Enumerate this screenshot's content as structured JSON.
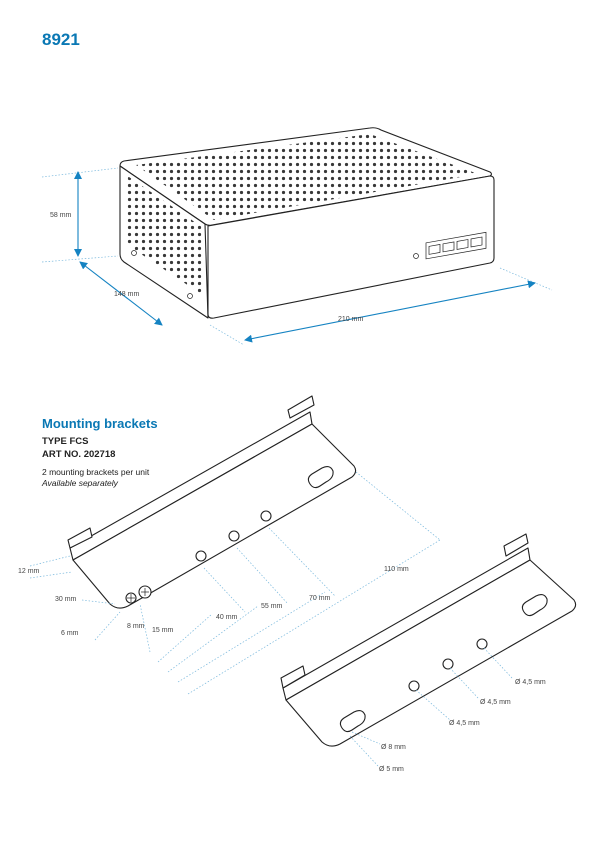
{
  "header": {
    "title": "8921"
  },
  "product": {
    "dimensions": {
      "height": "58 mm",
      "depth": "148 mm",
      "width": "210 mm"
    }
  },
  "brackets": {
    "section_title": "Mounting brackets",
    "type": "TYPE FCS",
    "art_no": "ART NO. 202718",
    "note": "2 mounting brackets per unit",
    "availability": "Available separately",
    "dimensions": {
      "d12": "12 mm",
      "d30": "30 mm",
      "d6": "6 mm",
      "d8": "8 mm",
      "d15": "15 mm",
      "d40": "40 mm",
      "d55": "55 mm",
      "d70": "70 mm",
      "d110": "110 mm"
    },
    "holes": {
      "h1": "Ø 4,5 mm",
      "h2": "Ø 4,5 mm",
      "h3": "Ø 4,5 mm",
      "slot_outer": "Ø 8 mm",
      "slot_inner": "Ø 5 mm"
    }
  },
  "colors": {
    "accent": "#0a78b4",
    "dimension_line": "#1583c2",
    "outline": "#222222"
  }
}
